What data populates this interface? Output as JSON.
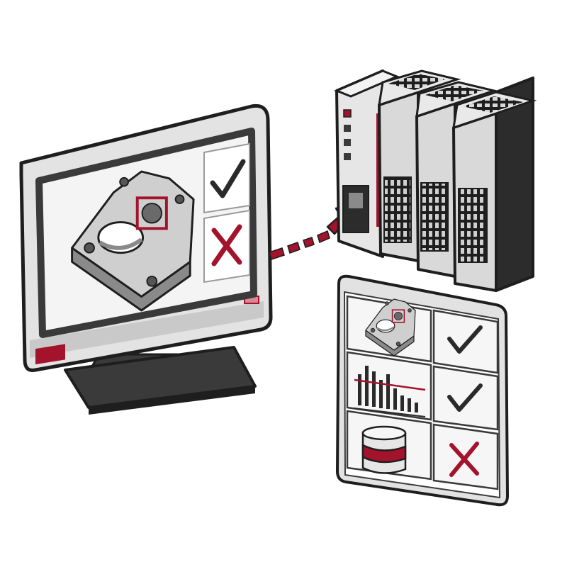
{
  "colors": {
    "accent_red": "#a3132c",
    "outline": "#1e1e1e",
    "panel_light": "#e9e9e9",
    "panel_mid": "#c8c8c8",
    "panel_dark": "#3a3a3a",
    "screen_bg": "#f4f4f4"
  },
  "monitor": {
    "screen_content": "metal-part-with-defect-highlight",
    "verdict_buttons": [
      "checkmark-icon",
      "cross-icon"
    ]
  },
  "connection": {
    "icon": "dashed-arrow-icon",
    "from": "monitor",
    "to": "plc-controller"
  },
  "plc": {
    "modules": 4,
    "status_leds": 4
  },
  "results_panel": {
    "rows": [
      {
        "item": "metal-part-icon",
        "result": "checkmark-icon"
      },
      {
        "item": "bar-chart-icon",
        "result": "checkmark-icon"
      },
      {
        "item": "database-icon",
        "result": "cross-icon"
      }
    ]
  }
}
